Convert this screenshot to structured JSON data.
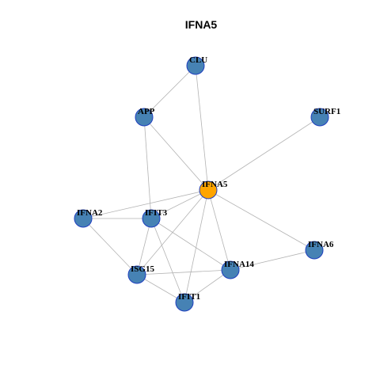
{
  "title": "IFNA5",
  "colors": {
    "edge": "#b3b3b3",
    "node_fill": "#4682b4",
    "node_stroke": "#1f3fbf",
    "center_fill": "#ffa500",
    "center_stroke": "#1f3fbf"
  },
  "nodes": [
    {
      "id": "CLU",
      "label": "CLU",
      "center": false
    },
    {
      "id": "APP",
      "label": "APP",
      "center": false
    },
    {
      "id": "SURF1",
      "label": "SURF1",
      "center": false
    },
    {
      "id": "IFNA5",
      "label": "IFNA5",
      "center": true
    },
    {
      "id": "IFNA2",
      "label": "IFNA2",
      "center": false
    },
    {
      "id": "IFIT3",
      "label": "IFIT3",
      "center": false
    },
    {
      "id": "IFNA6",
      "label": "IFNA6",
      "center": false
    },
    {
      "id": "IFNA14",
      "label": "IFNA14",
      "center": false
    },
    {
      "id": "ISG15",
      "label": "ISG15",
      "center": false
    },
    {
      "id": "IFIT1",
      "label": "IFIT1",
      "center": false
    }
  ],
  "edges": [
    [
      "CLU",
      "APP"
    ],
    [
      "CLU",
      "IFNA5"
    ],
    [
      "APP",
      "IFNA5"
    ],
    [
      "APP",
      "IFIT3"
    ],
    [
      "SURF1",
      "IFNA5"
    ],
    [
      "IFNA5",
      "IFNA2"
    ],
    [
      "IFNA5",
      "IFIT3"
    ],
    [
      "IFNA5",
      "ISG15"
    ],
    [
      "IFNA5",
      "IFIT1"
    ],
    [
      "IFNA5",
      "IFNA14"
    ],
    [
      "IFNA5",
      "IFNA6"
    ],
    [
      "IFNA2",
      "IFIT3"
    ],
    [
      "IFNA2",
      "ISG15"
    ],
    [
      "IFIT3",
      "ISG15"
    ],
    [
      "IFIT3",
      "IFIT1"
    ],
    [
      "IFIT3",
      "IFNA14"
    ],
    [
      "ISG15",
      "IFNA14"
    ],
    [
      "ISG15",
      "IFIT1"
    ],
    [
      "IFIT1",
      "IFNA14"
    ],
    [
      "IFNA14",
      "IFNA6"
    ]
  ]
}
